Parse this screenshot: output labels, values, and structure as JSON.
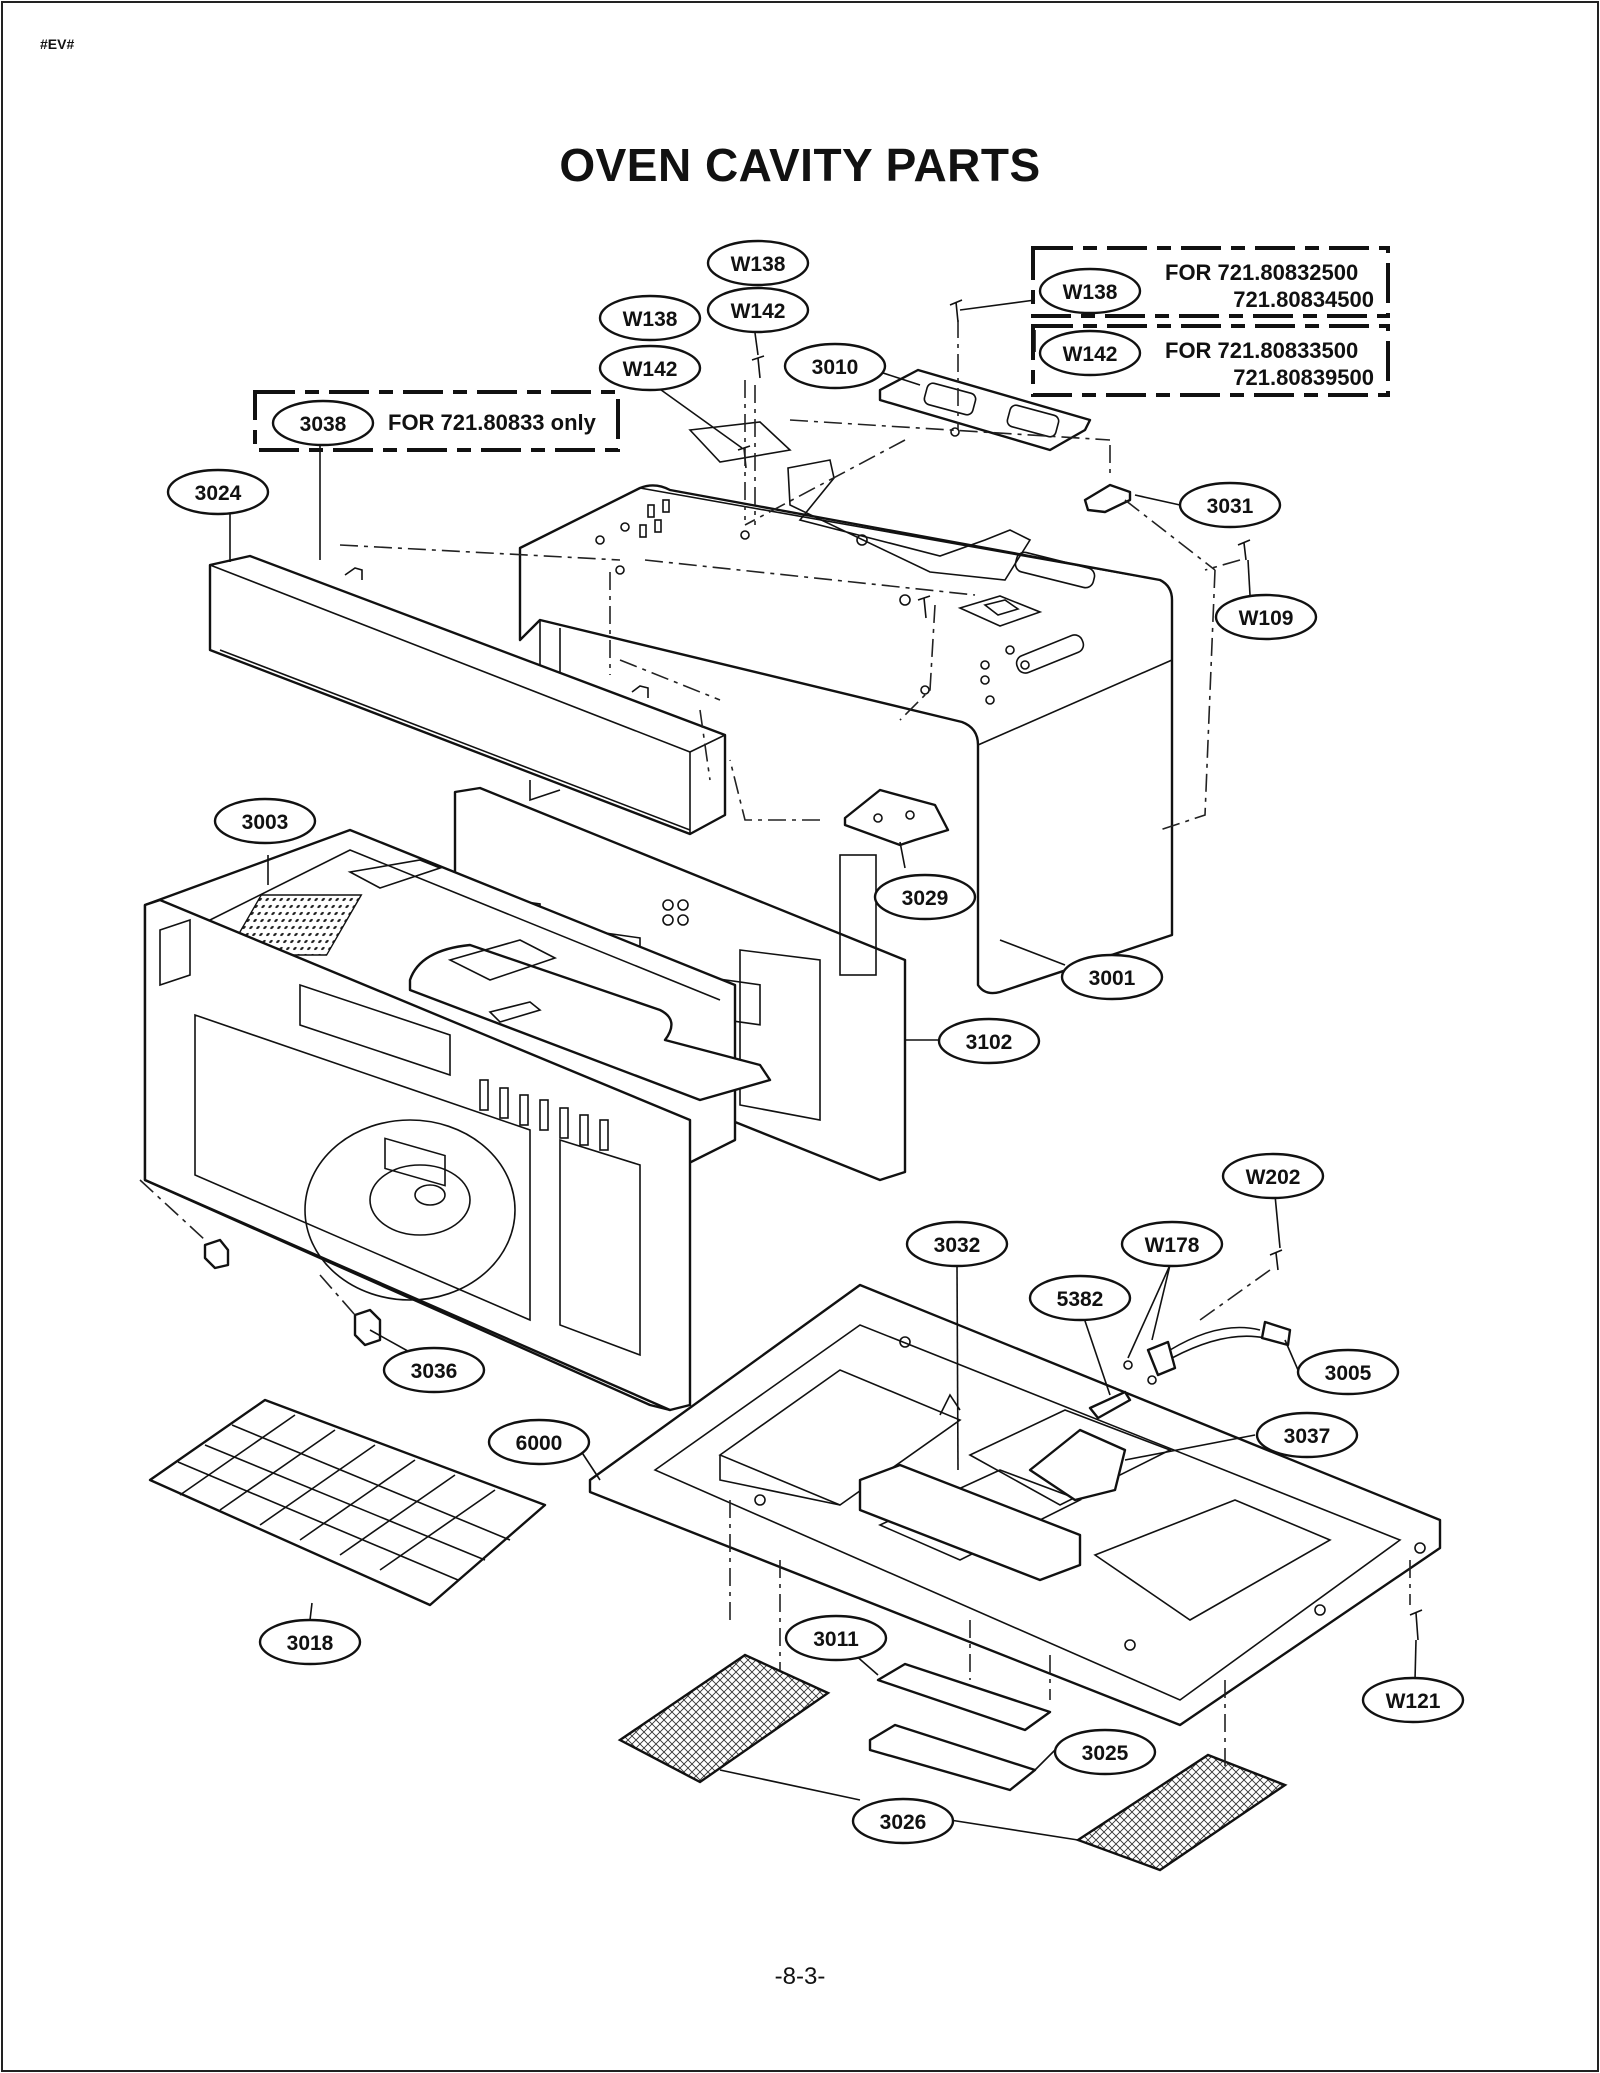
{
  "doc_id": "#EV#",
  "title": "OVEN CAVITY PARTS",
  "page_number": "-8-3-",
  "notes": [
    {
      "id": "note-3038",
      "part": "3038",
      "lines": [
        "FOR 721.80833 only"
      ]
    },
    {
      "id": "note-w138",
      "part": "W138",
      "lines": [
        "FOR 721.80832500",
        "721.80834500"
      ]
    },
    {
      "id": "note-w142",
      "part": "W142",
      "lines": [
        "FOR 721.80833500",
        "721.80839500"
      ]
    }
  ],
  "labels": {
    "w138_top": "W138",
    "w142_top": "W142",
    "w138_left": "W138",
    "w142_left": "W142",
    "p3010": "3010",
    "p3031": "3031",
    "w109": "W109",
    "p3024": "3024",
    "p3029": "3029",
    "p3001": "3001",
    "p3003": "3003",
    "p3102": "3102",
    "w202": "W202",
    "w178": "W178",
    "p3032": "3032",
    "p5382": "5382",
    "p3005": "3005",
    "p3037": "3037",
    "p3036": "3036",
    "p6000": "6000",
    "p3018": "3018",
    "p3011": "3011",
    "w121": "W121",
    "p3025": "3025",
    "p3026": "3026"
  }
}
